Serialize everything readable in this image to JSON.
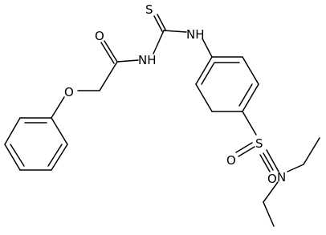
{
  "molecule": {
    "atom_labels": {
      "thione_s": "S",
      "nh_right": "NH",
      "nh_left": "NH",
      "carbonyl_o": "O",
      "ether_o": "O",
      "sulfonyl_s": "S",
      "sulfonyl_o_left": "O",
      "sulfonyl_o_bottom": "O",
      "sulfonamide_n": "N"
    },
    "colors": {
      "bond": "#000000",
      "label": "#000000",
      "background": "#ffffff"
    }
  }
}
